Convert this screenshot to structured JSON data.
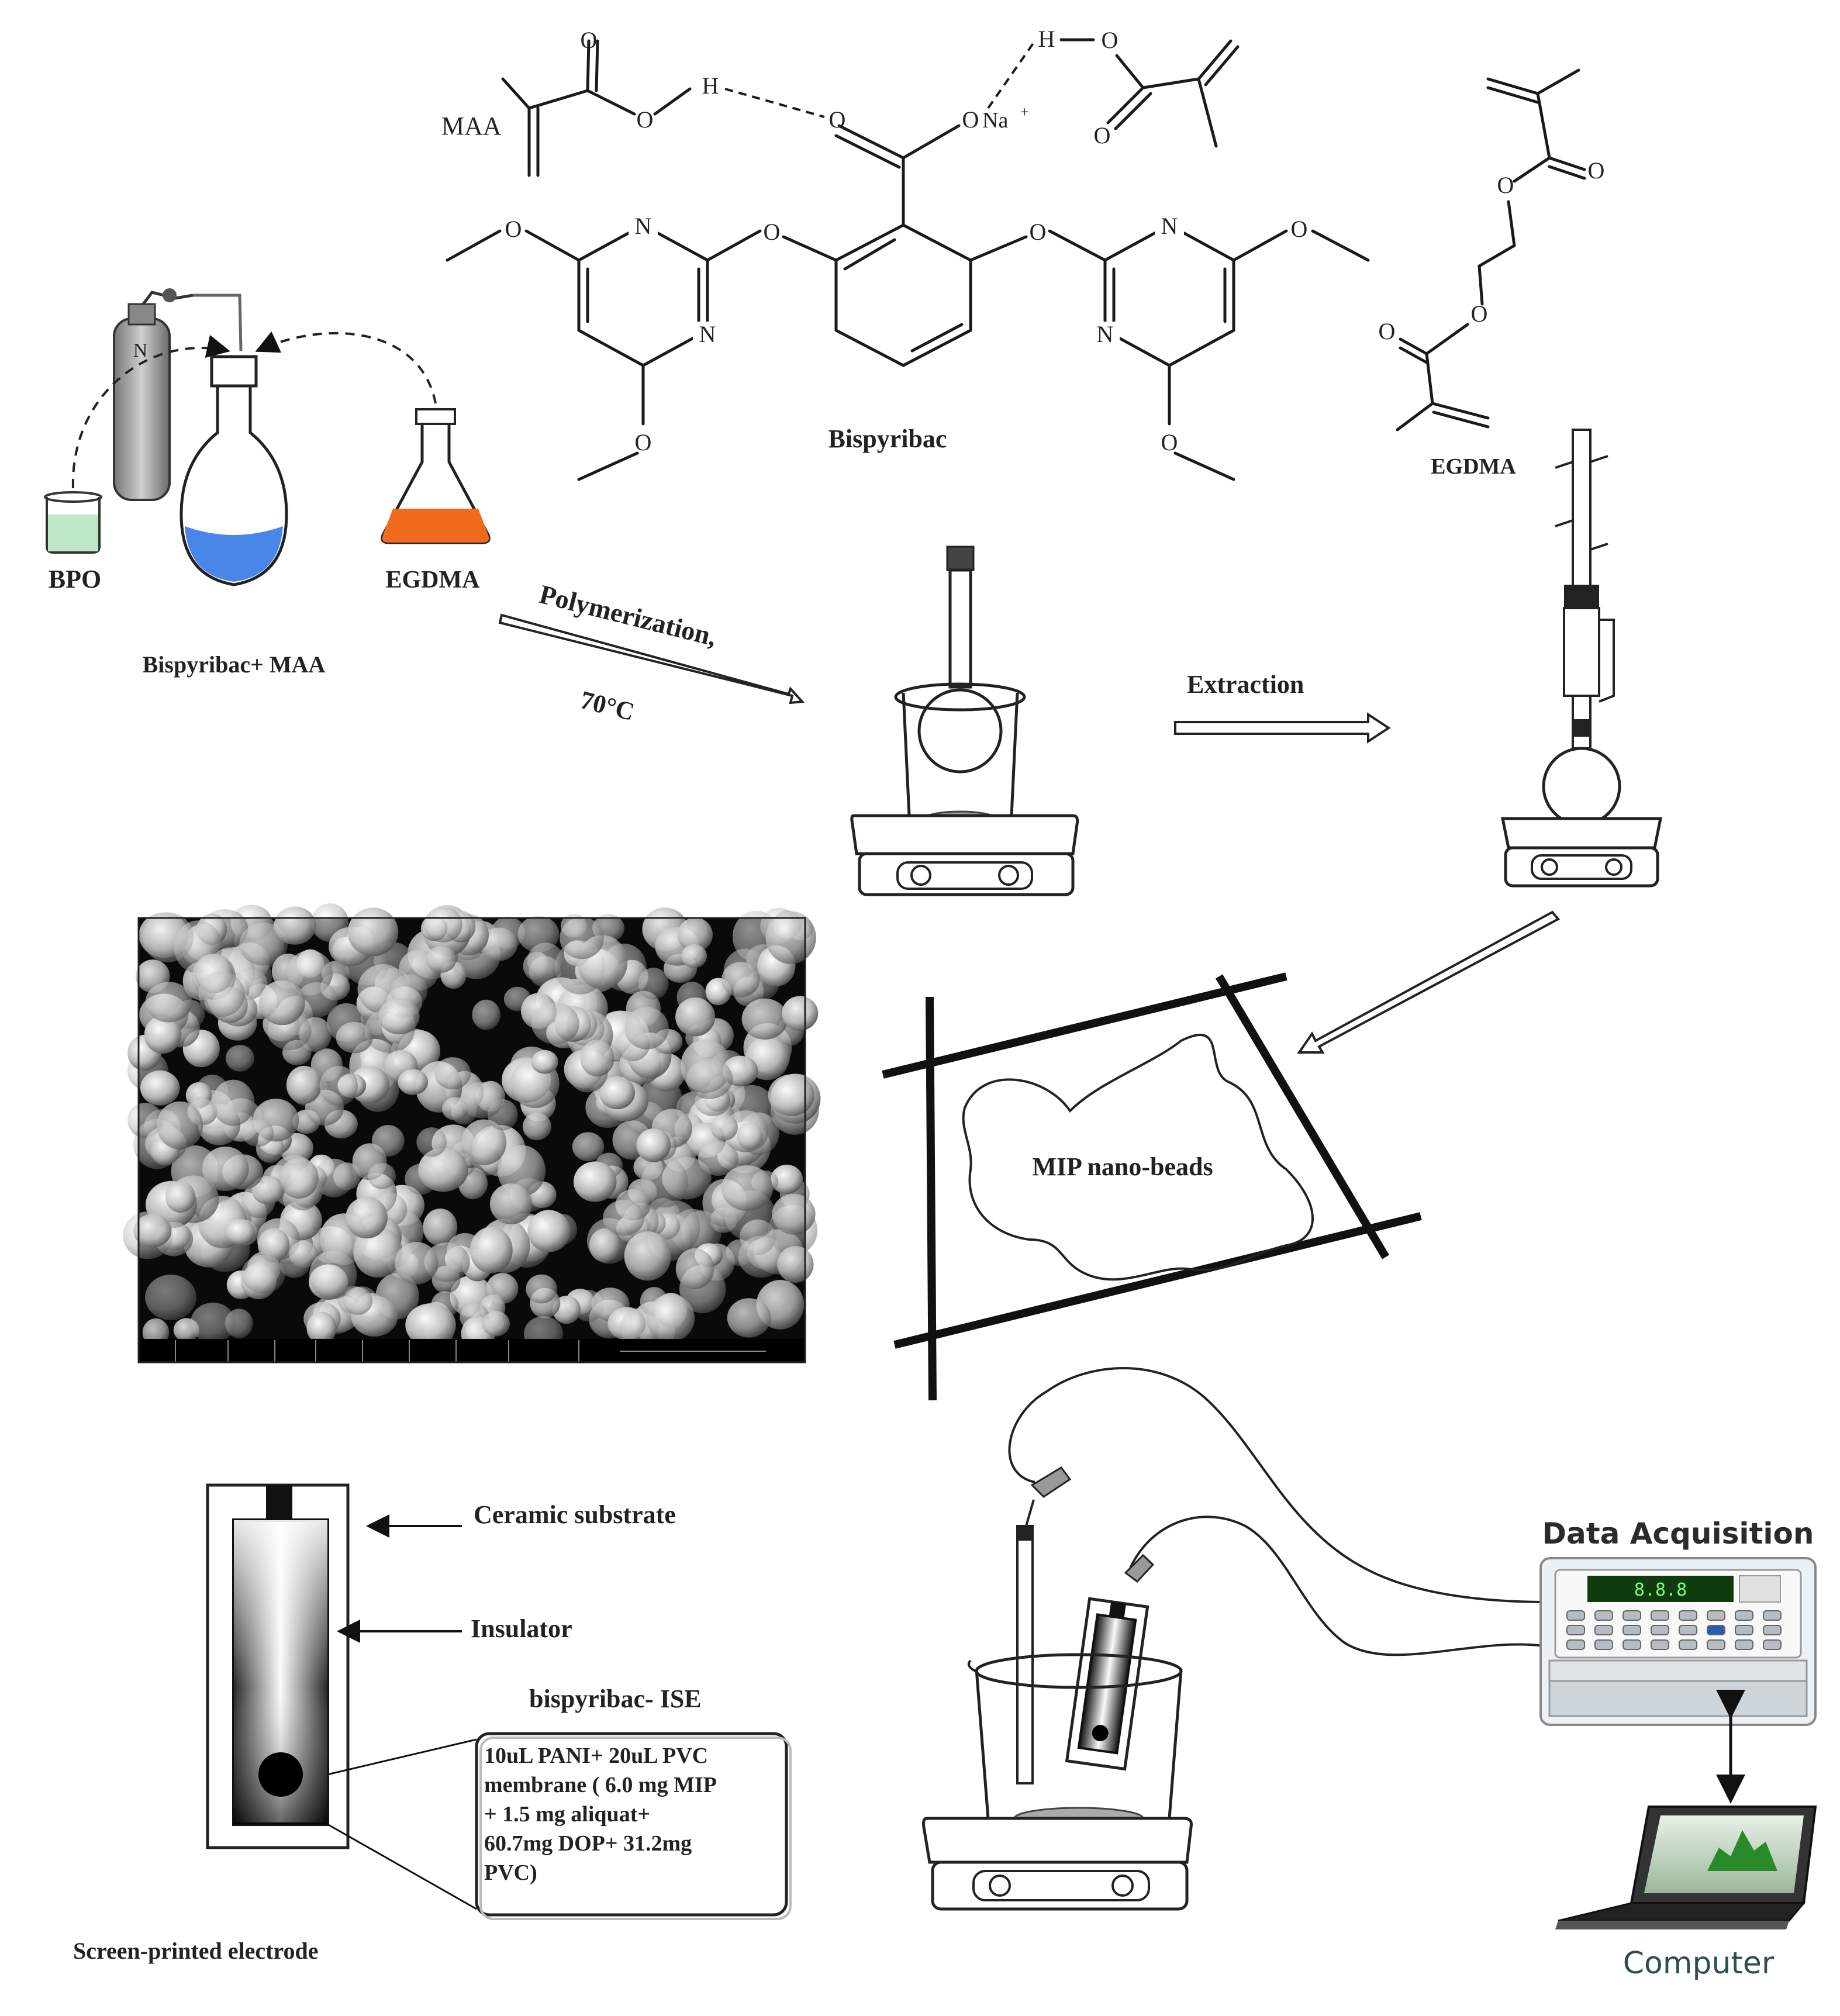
{
  "chemistry": {
    "maa": "MAA",
    "h_left": "H",
    "h_right": "H",
    "o_double_left": "O",
    "o_hydroxyl_left": "O",
    "o_carbonyl_center": "O",
    "o_na": "O",
    "na_plus": "Na",
    "o_right_ester": "O",
    "o_right_carbonyl": "O",
    "ether_o_left": "O",
    "ether_o_right": "O",
    "n_left_top": "N",
    "n_left_bottom": "N",
    "n_right_top": "N",
    "n_right_bottom": "N",
    "ome_left_top": "O",
    "ome_left_bottom": "O",
    "ome_right_top": "O",
    "ome_right_bottom": "O",
    "bispyribac": "Bispyribac",
    "egdma_o1": "O",
    "egdma_o2": "O",
    "egdma_o3": "O",
    "egdma_o4": "O",
    "egdma": "EGDMA"
  },
  "synthesis": {
    "bpo": "BPO",
    "egdma_flask": "EGDMA",
    "caption": "Bispyribac+ MAA",
    "n2": "N",
    "polymerization": "Polymerization,",
    "temperature": "70°C",
    "extraction": "Extraction"
  },
  "mip": {
    "label": "MIP nano-beads"
  },
  "electrode": {
    "ceramic": "Ceramic substrate",
    "insulator": "Insulator",
    "ise": "bispyribac- ISE",
    "membrane_lines": [
      "10uL PANI+ 20uL PVC",
      "membrane ( 6.0 mg MIP",
      "+ 1.5 mg aliquat+",
      "60.7mg DOP+ 31.2mg",
      "PVC)"
    ],
    "caption": "Screen-printed electrode"
  },
  "measurement": {
    "daq": "Data Acquisition",
    "computer": "Computer",
    "display": "8.8.8"
  },
  "colors": {
    "blue_liquid": "#4a86e8",
    "orange_liquid": "#f26a1b",
    "green_liquid": "#bfe8c8",
    "daq_display": "#0f3b0f"
  }
}
